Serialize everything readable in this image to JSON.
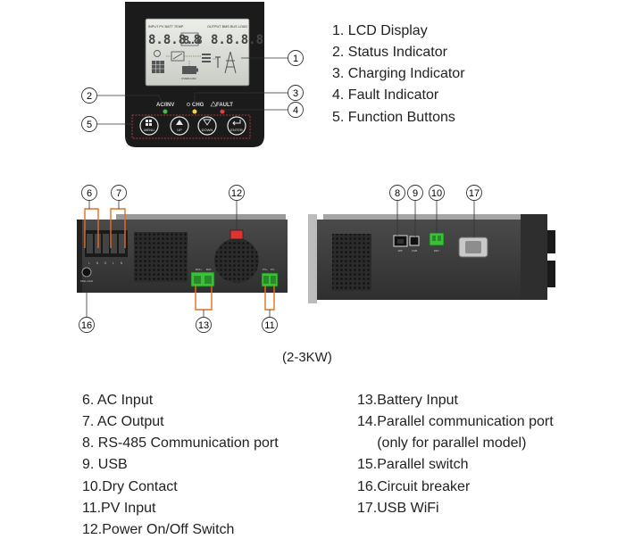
{
  "front_panel": {
    "lcd_top_left": "INPUT  PV  BATT  TEMP",
    "lcd_top_right": "OUTPUT  BMS  BUS  LOAD",
    "lcd_digits_left": "8.8.8.8",
    "lcd_digits_mid": "8.8",
    "lcd_digits_right": "8.8.8.8",
    "lcd_small_label": "OVERLOAD",
    "led_acinv": "AC/INV",
    "led_chg": "CHG",
    "led_fault": "FAULT",
    "led_colors": {
      "acinv": "#3fbf4a",
      "chg": "#f2d43a",
      "fault": "#e04343"
    },
    "buttons": [
      {
        "label": "MENU",
        "icon": "grid-icon"
      },
      {
        "label": "UP",
        "icon": "triangle-up-icon"
      },
      {
        "label": "DOWN",
        "icon": "triangle-down-icon"
      },
      {
        "label": "ENTER",
        "icon": "return-arrow-icon"
      }
    ]
  },
  "callouts": {
    "c1": "1",
    "c2": "2",
    "c3": "3",
    "c4": "4",
    "c5": "5",
    "c6": "6",
    "c7": "7",
    "c8": "8",
    "c9": "9",
    "c10": "10",
    "c11": "11",
    "c12": "12",
    "c13": "13",
    "c16": "16",
    "c17": "17"
  },
  "port_labels": {
    "bat_plus": "BAT+",
    "bat_minus": "BAT-",
    "pv_plus": "PV+",
    "pv_minus": "PV-",
    "breaker": "BREAKER",
    "ac_terms": [
      "L",
      "N",
      "G",
      "L",
      "N"
    ],
    "rs485": "485",
    "usb": "USB",
    "dry": "DRY"
  },
  "legend_top": [
    "1.  LCD Display",
    "2.  Status Indicator",
    "3.  Charging Indicator",
    "4.  Fault Indicator",
    "5.  Function Buttons"
  ],
  "caption": "(2-3KW)",
  "legend_left": [
    "6.  AC Input",
    "7.  AC Output",
    "8.  RS-485 Communication port",
    "9.  USB",
    "10.Dry Contact",
    "11.PV Input",
    "12.Power On/Off Switch"
  ],
  "legend_right": [
    "13.Battery Input",
    "14.Parallel communication port",
    "     (only for parallel model)",
    "15.Parallel switch",
    "16.Circuit breaker",
    "17.USB WiFi"
  ]
}
